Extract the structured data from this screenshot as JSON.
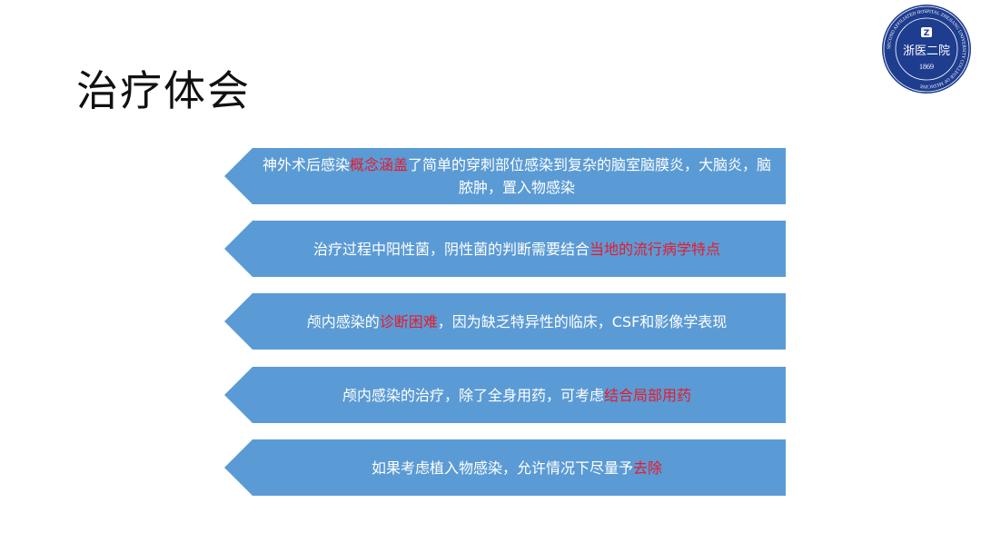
{
  "title": "治疗体会",
  "logo": {
    "ring_text": "SECOND AFFILIATED HOSPITAL ZHEJIANG UNIVERSITY COLLEGE OF MEDICINE",
    "name": "浙医二院",
    "year": "1869",
    "mark": "Z"
  },
  "colors": {
    "box": "#5b9bd5",
    "highlight": "#e8192c",
    "logo": "#1f3d8f"
  },
  "items": [
    {
      "pre": "神外术后感染",
      "hl": "概念涵盖",
      "post": "了简单的穿刺部位感染到复杂的脑室脑膜炎，大脑炎，脑脓肿，置入物感染"
    },
    {
      "pre": "治疗过程中阳性菌，阴性菌的判断需要结合",
      "hl": "当地的流行病学特点",
      "post": ""
    },
    {
      "pre": "颅内感染的",
      "hl": "诊断困难",
      "post": "，因为缺乏特异性的临床，CSF和影像学表现"
    },
    {
      "pre": "颅内感染的治疗，除了全身用药，可考虑",
      "hl": "结合局部用药",
      "post": ""
    },
    {
      "pre": "如果考虑植入物感染，允许情况下尽量予",
      "hl": "去除",
      "post": ""
    }
  ]
}
